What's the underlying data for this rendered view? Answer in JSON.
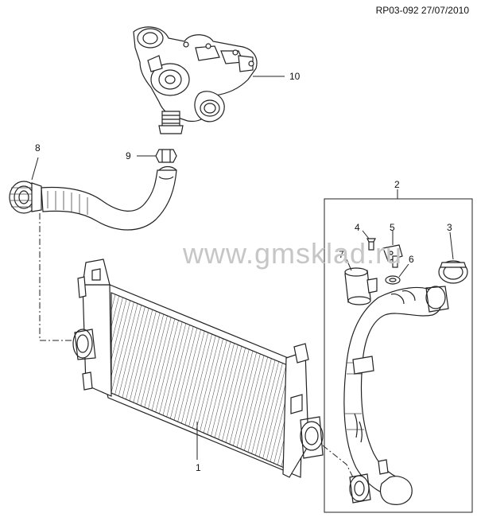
{
  "header": {
    "ref_code": "RP03-092 27/07/2010"
  },
  "watermark": {
    "text": "www.gmsklad.ru"
  },
  "callouts": [
    "1",
    "2",
    "3",
    "4",
    "5",
    "6",
    "7",
    "8",
    "9",
    "10"
  ]
}
